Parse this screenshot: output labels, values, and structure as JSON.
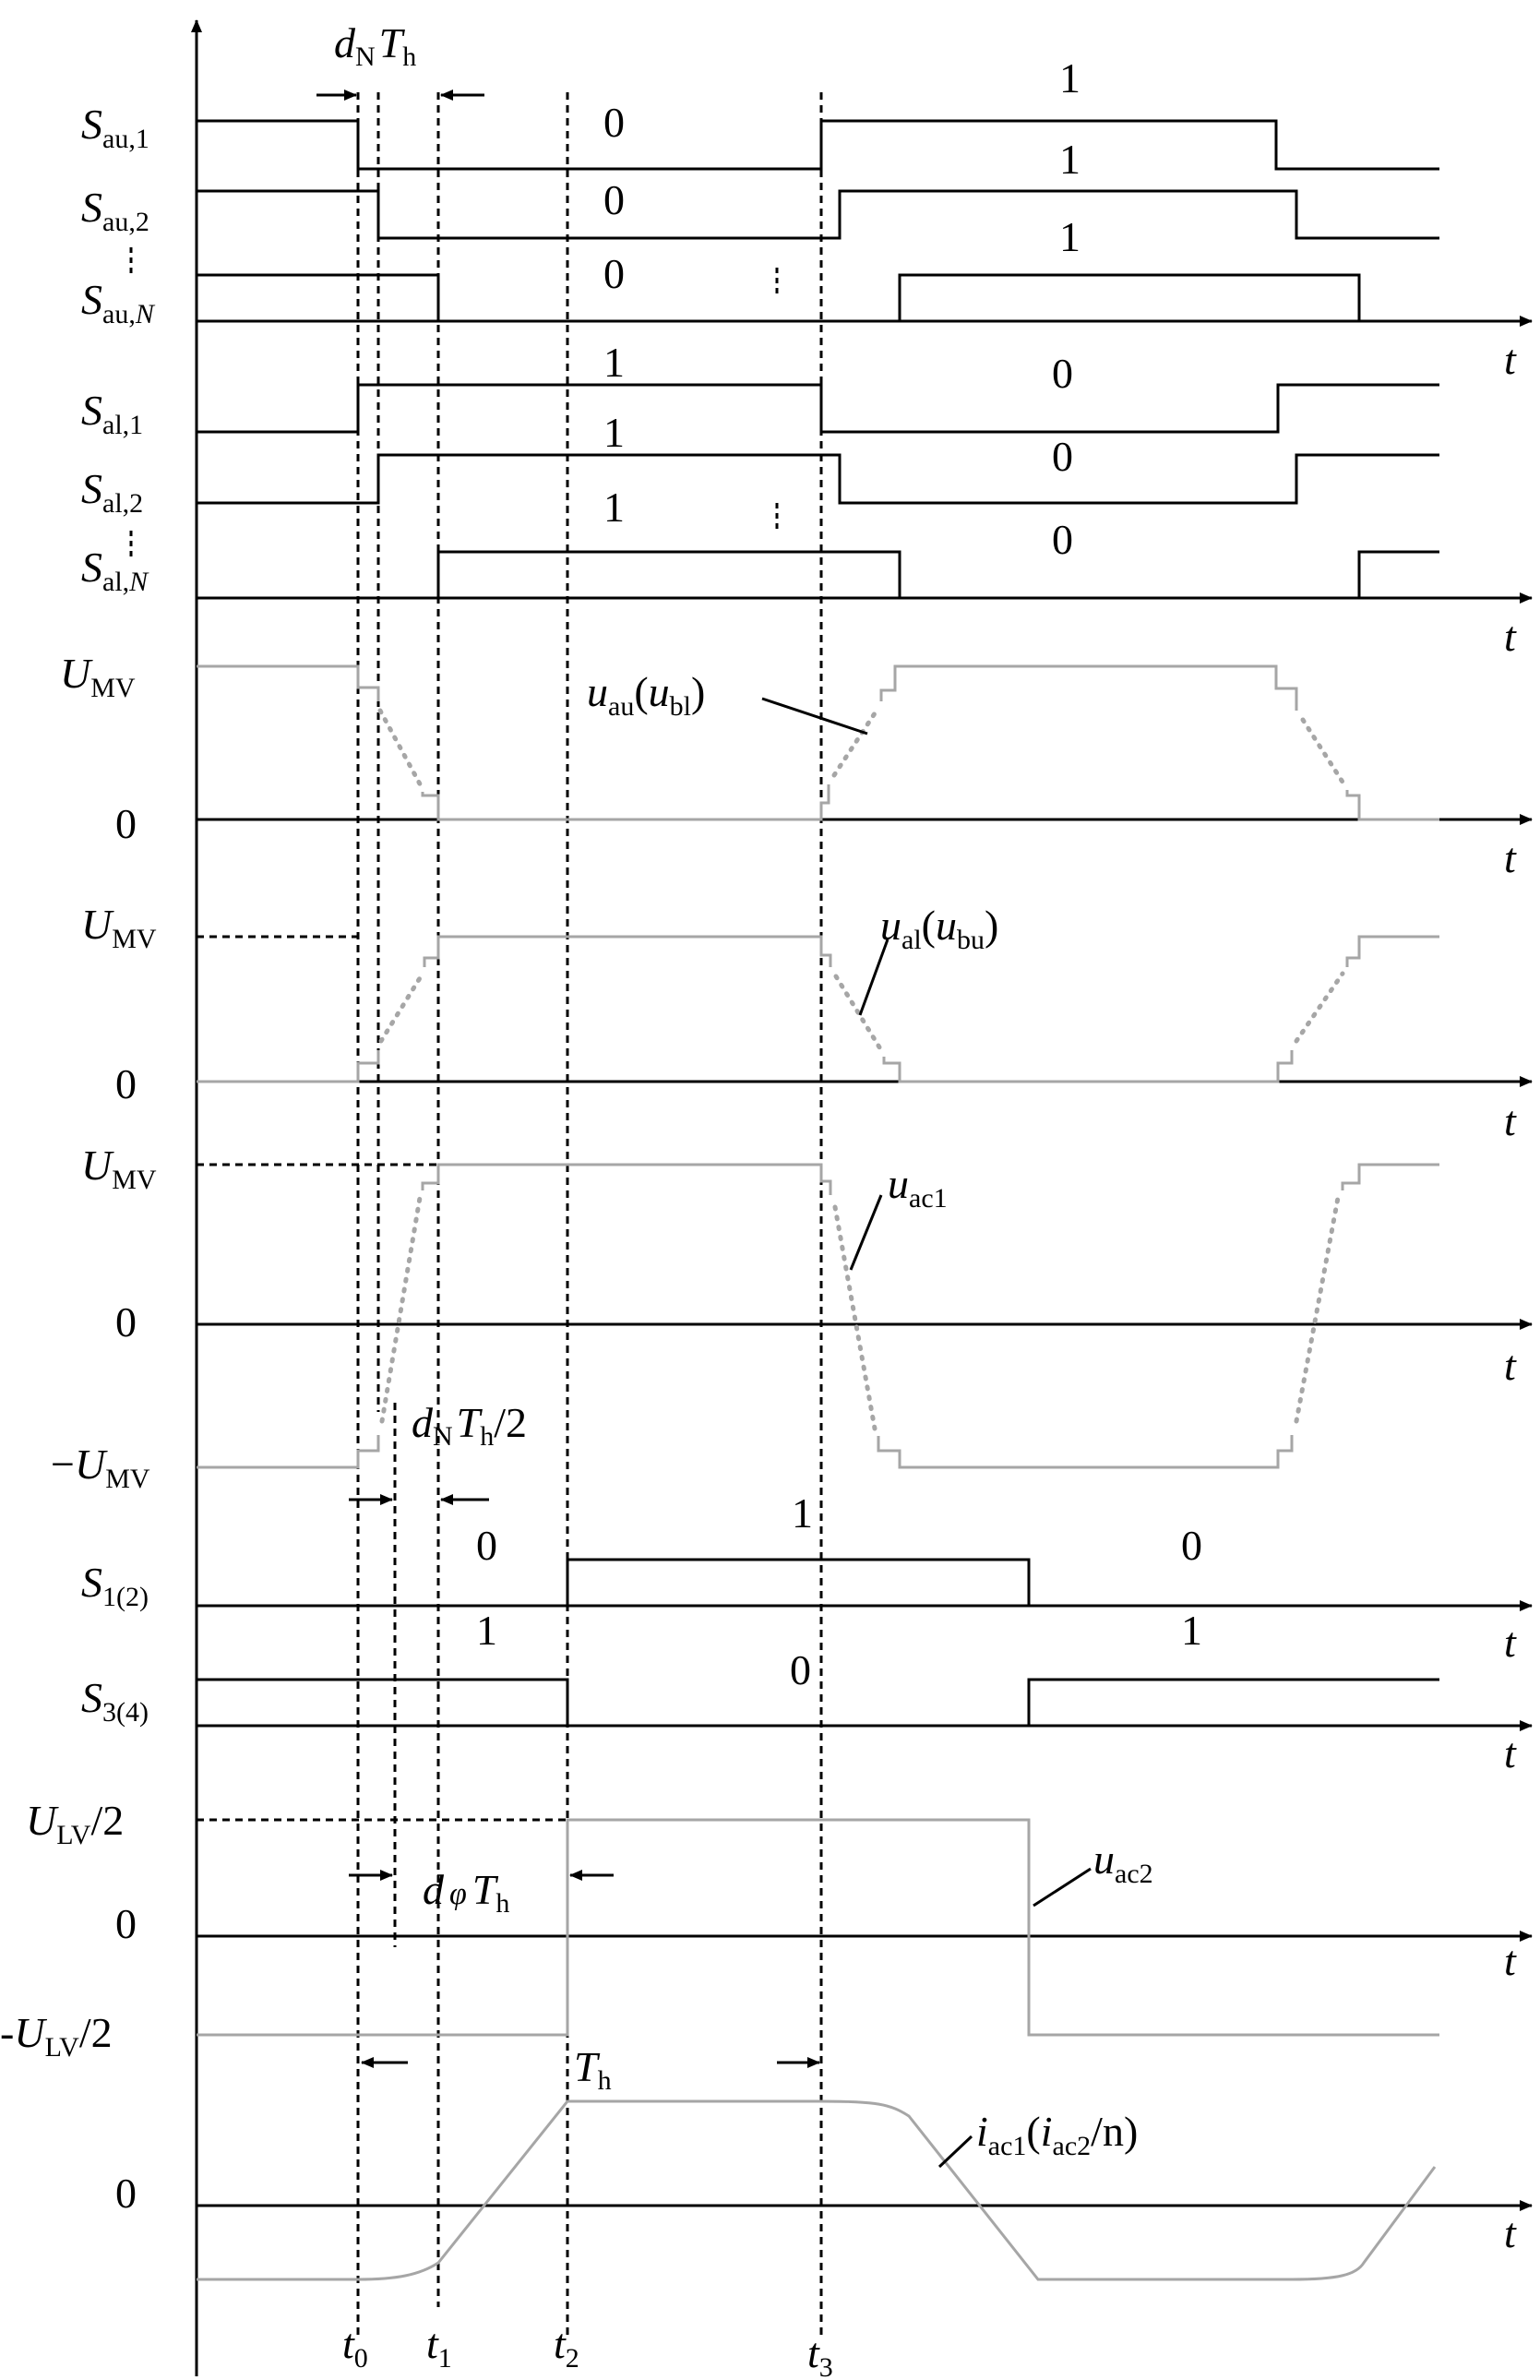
{
  "colors": {
    "ink": "#000000",
    "waveform": "#a6a6a6",
    "background": "#ffffff"
  },
  "axis_letter": "t",
  "top_interval": {
    "symbol": "d",
    "sub": "N",
    "rest": "T",
    "rest_sub": "h"
  },
  "half_interval": {
    "symbol": "d",
    "sub": "N",
    "rest": "T",
    "rest_sub": "h",
    "suffix": "/2"
  },
  "phase_interval": {
    "symbol": "d",
    "phi": "φ",
    "rest": "T",
    "rest_sub": "h"
  },
  "period_label": {
    "symbol": "T",
    "sub": "h"
  },
  "rows": {
    "sau1": {
      "main": "S",
      "sub": "au,1"
    },
    "sau2": {
      "main": "S",
      "sub": "au,2"
    },
    "sauN": {
      "main": "S",
      "sub": "au,",
      "sub_it": "N"
    },
    "sal1": {
      "main": "S",
      "sub": "al,1"
    },
    "sal2": {
      "main": "S",
      "sub": "al,2"
    },
    "salN": {
      "main": "S",
      "sub": "al,",
      "sub_it": "N"
    },
    "s12": {
      "main": "S",
      "sub": "1(2)"
    },
    "s34": {
      "main": "S",
      "sub": "3(4)"
    }
  },
  "levels": {
    "umv": {
      "main": "U",
      "sub": "MV"
    },
    "neg_umv": {
      "prefix": "−",
      "main": "U",
      "sub": "MV"
    },
    "ulv_half": {
      "main": "U",
      "sub": "LV",
      "suffix": "/2"
    },
    "neg_ulv_half": {
      "prefix": "-",
      "main": "U",
      "sub": "LV",
      "suffix": "/2"
    },
    "zero": "0"
  },
  "states": {
    "upper_first": "0",
    "upper_second": "1",
    "lower_first": "1",
    "lower_second": "0",
    "s12_a": "0",
    "s12_b": "1",
    "s12_c": "0",
    "s34_a": "1",
    "s34_b": "0",
    "s34_c": "1"
  },
  "waves": {
    "uau": {
      "a": "u",
      "a_sub": "au",
      "b": "u",
      "b_sub": "bl"
    },
    "ual": {
      "a": "u",
      "a_sub": "al",
      "b": "u",
      "b_sub": "bu"
    },
    "uac1": {
      "a": "u",
      "a_sub": "ac1"
    },
    "uac2": {
      "a": "u",
      "a_sub": "ac2"
    },
    "iac1": {
      "a": "i",
      "a_sub": "ac1",
      "b": "i",
      "b_sub": "ac2",
      "b_suffix": "/n"
    }
  },
  "time_marks": [
    {
      "main": "t",
      "sub": "0"
    },
    {
      "main": "t",
      "sub": "1"
    },
    {
      "main": "t",
      "sub": "2"
    },
    {
      "main": "t",
      "sub": "3"
    }
  ]
}
